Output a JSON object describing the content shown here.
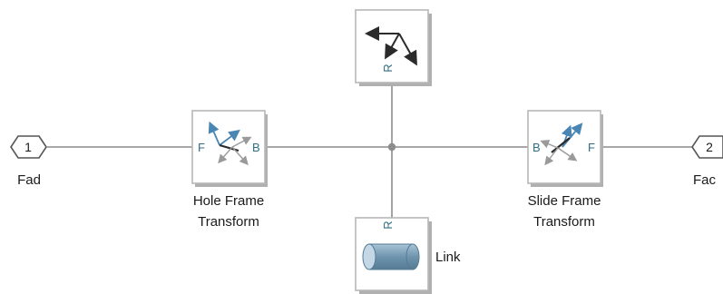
{
  "diagram": {
    "inport": {
      "number": "1",
      "label": "Fad"
    },
    "outport": {
      "number": "2",
      "label": "Fac"
    },
    "hole_transform": {
      "label_line1": "Hole Frame",
      "label_line2": "Transform",
      "port_left": "F",
      "port_right": "B"
    },
    "slide_transform": {
      "label_line1": "Slide Frame",
      "label_line2": "Transform",
      "port_left": "B",
      "port_right": "F"
    },
    "world_frame": {
      "port": "R"
    },
    "link": {
      "label": "Link",
      "port": "R"
    },
    "colors": {
      "line": "#8c8c8c",
      "block_border": "#b7b7b7",
      "port_text": "#2f6f86",
      "arrow_blue": "#4a86b4",
      "cylinder": "#7d9fb5"
    }
  }
}
